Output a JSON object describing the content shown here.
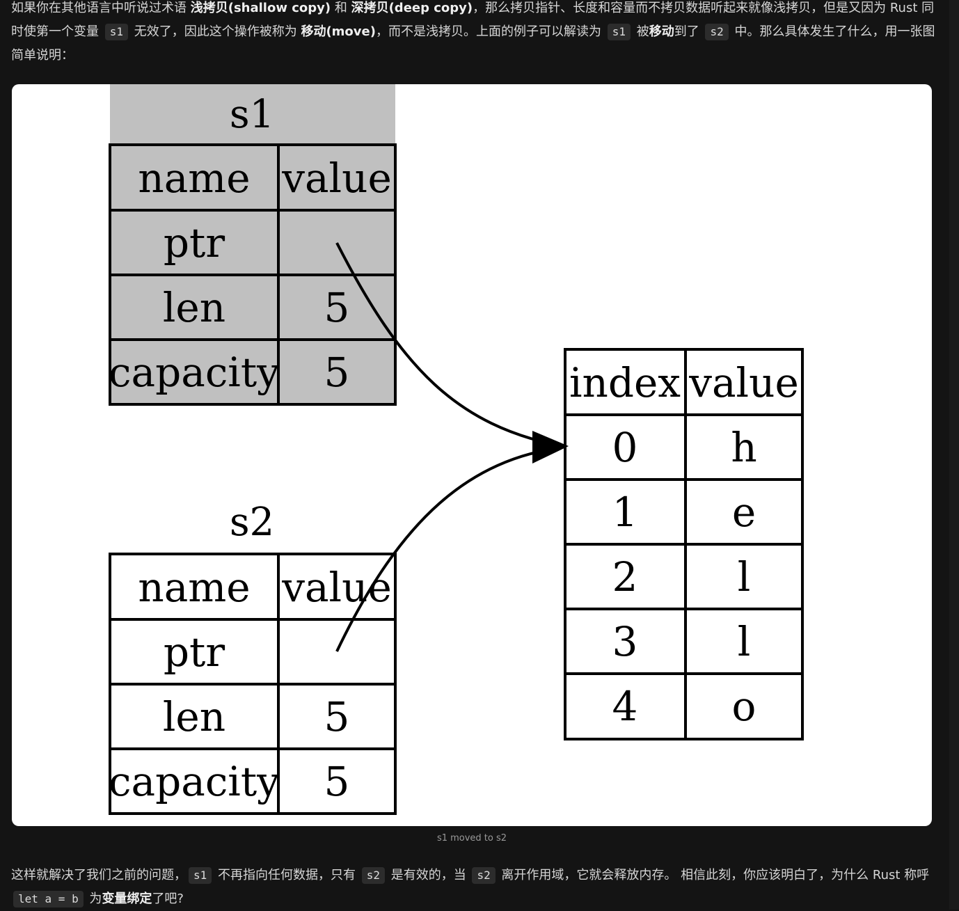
{
  "paragraph_top": {
    "t1": "如果你在其他语言中听说过术语 ",
    "b1": "浅拷贝(shallow copy)",
    "t2": " 和 ",
    "b2": "深拷贝(deep copy)",
    "t3": "，那么拷贝指针、长度和容量而不拷贝数据听起来就像浅拷贝，但是又因为 Rust 同时使第一个变量 ",
    "c1": "s1",
    "t4": " 无效了，因此这个操作被称为 ",
    "b3": "移动(move)",
    "t5": "，而不是浅拷贝。上面的例子可以解读为 ",
    "c2": "s1",
    "t6": " 被",
    "b4": "移动",
    "t7": "到了 ",
    "c3": "s2",
    "t8": " 中。那么具体发生了什么，用一张图简单说明："
  },
  "figure": {
    "s1": {
      "title": "s1",
      "header": [
        "name",
        "value"
      ],
      "rows": [
        {
          "name": "ptr",
          "value": ""
        },
        {
          "name": "len",
          "value": "5"
        },
        {
          "name": "capacity",
          "value": "5"
        }
      ],
      "fill_color": "#c0c0c0"
    },
    "s2": {
      "title": "s2",
      "header": [
        "name",
        "value"
      ],
      "rows": [
        {
          "name": "ptr",
          "value": ""
        },
        {
          "name": "len",
          "value": "5"
        },
        {
          "name": "capacity",
          "value": "5"
        }
      ],
      "fill_color": "#ffffff"
    },
    "heap": {
      "header": [
        "index",
        "value"
      ],
      "rows": [
        {
          "index": "0",
          "value": "h"
        },
        {
          "index": "1",
          "value": "e"
        },
        {
          "index": "2",
          "value": "l"
        },
        {
          "index": "3",
          "value": "l"
        },
        {
          "index": "4",
          "value": "o"
        }
      ]
    },
    "caption": "s1 moved to s2"
  },
  "paragraph_bottom": {
    "t1": "这样就解决了我们之前的问题，",
    "c1": "s1",
    "t2": " 不再指向任何数据，只有 ",
    "c2": "s2",
    "t3": " 是有效的，当 ",
    "c3": "s2",
    "t4": " 离开作用域，它就会释放内存。 相信此刻，你应该明白了，为什么 Rust 称呼 ",
    "c4": "let a = b",
    "t5": " 为",
    "b1": "变量绑定",
    "t6": "了吧?"
  }
}
